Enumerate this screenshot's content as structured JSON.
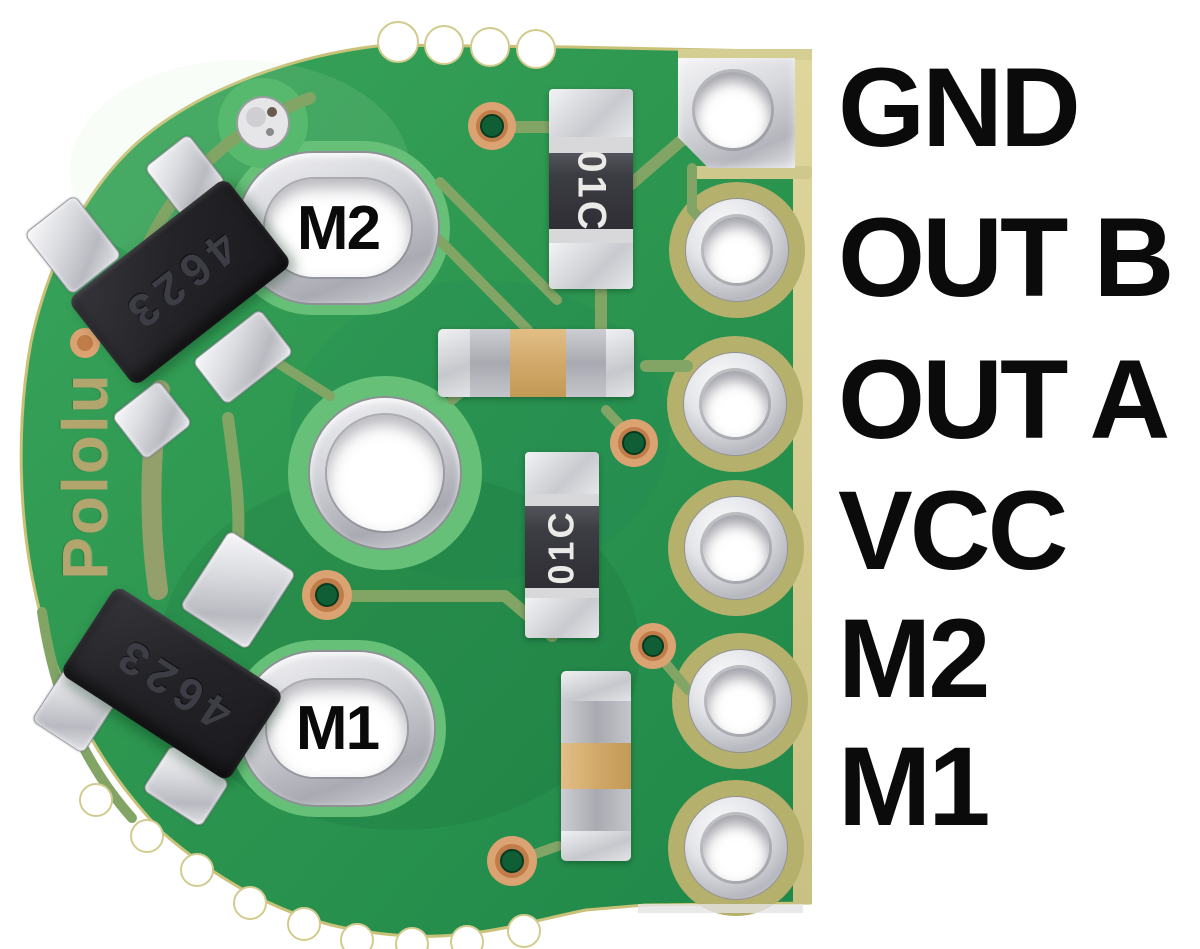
{
  "pins": [
    {
      "label": "GND"
    },
    {
      "label": "OUT B"
    },
    {
      "label": "OUT A"
    },
    {
      "label": "VCC"
    },
    {
      "label": "M2"
    },
    {
      "label": "M1"
    }
  ],
  "board": {
    "logo": "Pololu",
    "motor_out_m2": "M2",
    "motor_out_m1": "M1",
    "chip_marking": "4623",
    "resistor_marking": "01C"
  },
  "colors": {
    "background": "#ffffff",
    "board_green": "#2f9b52",
    "board_green_light": "#66c078",
    "copper_via": "#d79a6c",
    "silver": "#e9eaec",
    "board_edge_gold": "#d6cf96",
    "pad_halo_olive": "#b5b06b",
    "capacitor_tan": "#d0a768",
    "component_black": "#26262b",
    "label_text": "#0b0b0b"
  }
}
